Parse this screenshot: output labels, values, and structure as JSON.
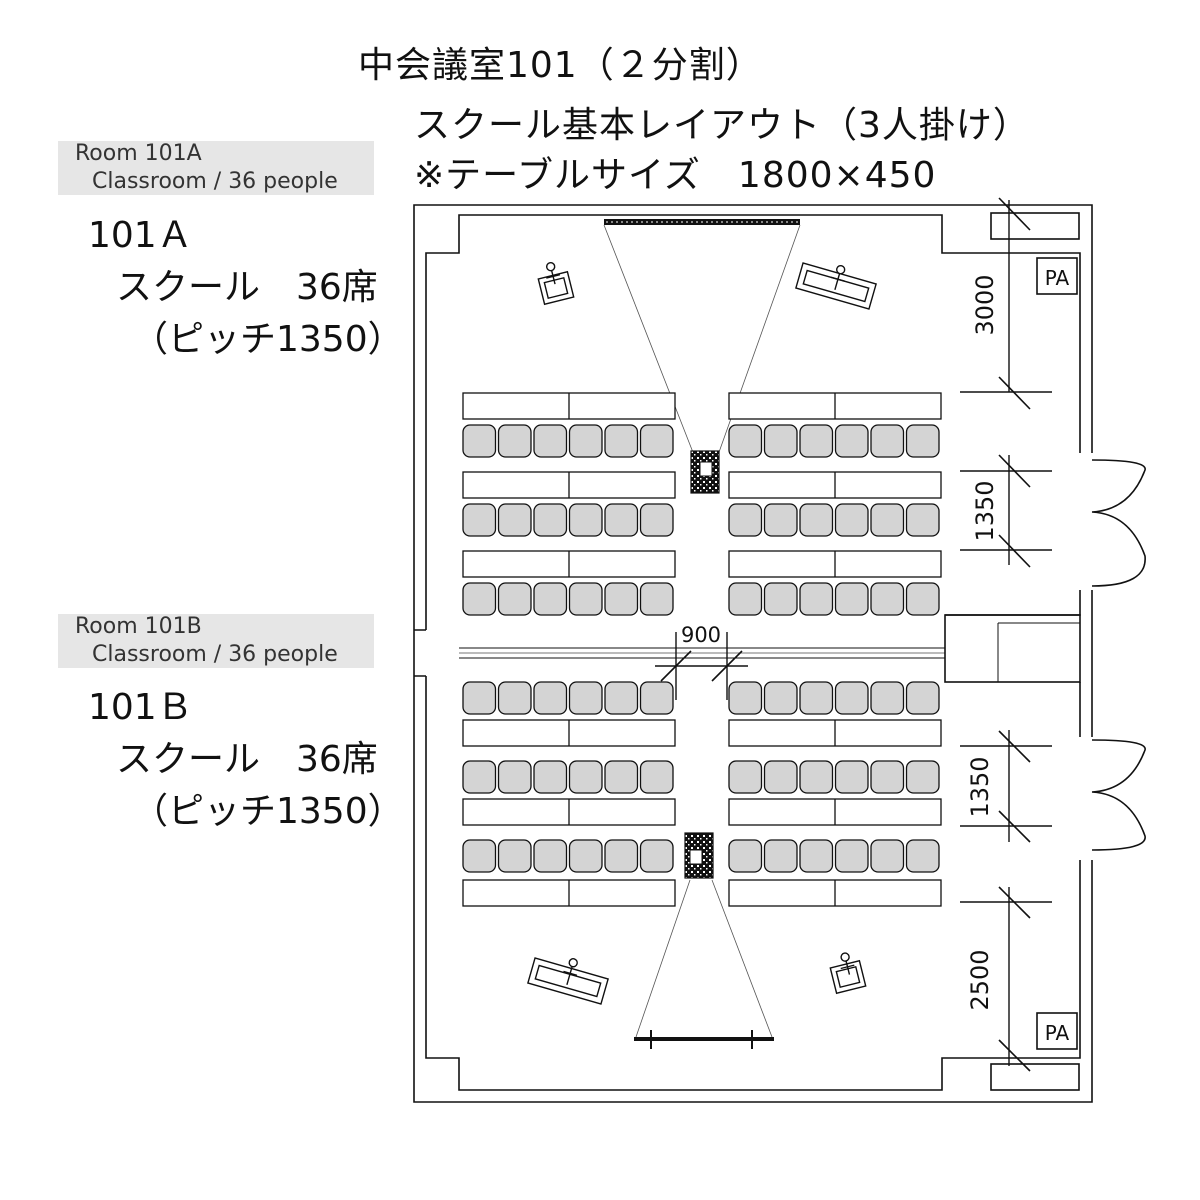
{
  "header": {
    "title": "中会議室101（２分割）",
    "subtitle": "スクール基本レイアウト（3人掛け）",
    "table_note": "※テーブルサイズ　1800×450"
  },
  "rooms": [
    {
      "badge_line1": "Room 101A",
      "badge_line2": "Classroom / 36 people",
      "name": "101Ａ",
      "layout": "スクール　36席",
      "pitch": "（ピッチ1350）"
    },
    {
      "badge_line1": "Room 101B",
      "badge_line2": "Classroom / 36 people",
      "name": "101Ｂ",
      "layout": "スクール　36席",
      "pitch": "（ピッチ1350）"
    }
  ],
  "dimensions": {
    "front_depth_a": "3000",
    "row_pitch_a": "1350",
    "aisle_width": "900",
    "row_pitch_b": "1350",
    "front_depth_b": "2500"
  },
  "equipment": {
    "pa_label_top": "PA",
    "pa_label_bottom": "PA"
  },
  "colors": {
    "chair_fill": "#d4d4d4",
    "line": "#111111",
    "badge_bg": "#e6e6e6"
  }
}
